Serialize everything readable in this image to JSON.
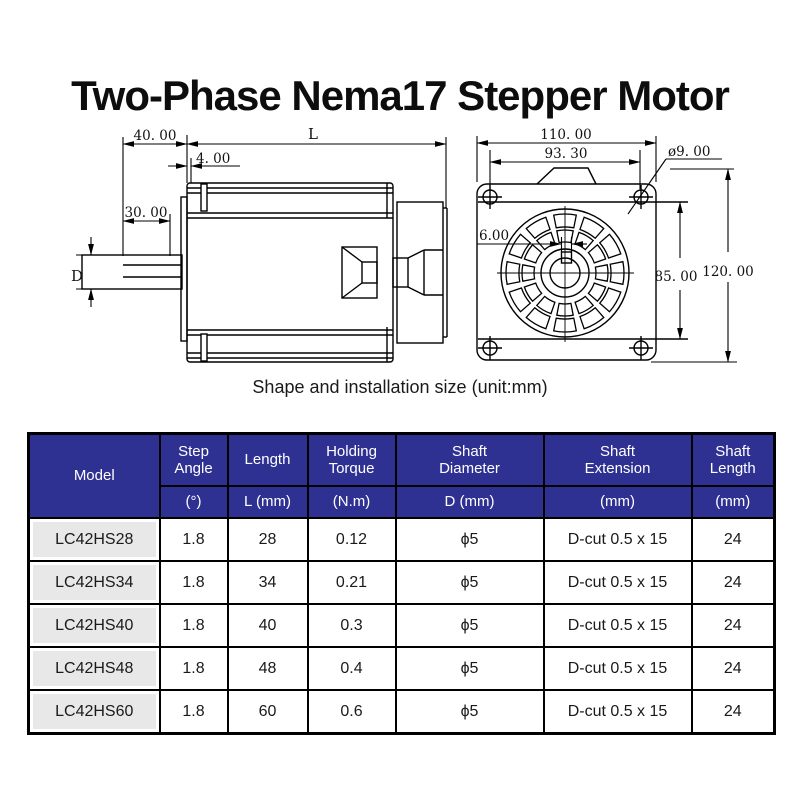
{
  "title": "Two-Phase Nema17 Stepper Motor",
  "caption": "Shape and installation size (unit:mm)",
  "colors": {
    "header_bg": "#2e3192",
    "header_text": "#ffffff",
    "model_cell_bg": "#e8e8e8",
    "line_color": "#000000"
  },
  "drawing": {
    "side_view": {
      "dim_40": "40. 00",
      "dim_length": "L",
      "dim_4": "4. 00",
      "dim_30": "30. 00",
      "dim_d": "D"
    },
    "front_view": {
      "dim_width": "110. 00",
      "dim_hole_spacing": "93. 30",
      "dim_hole_dia": "ø9. 00",
      "dim_keyway": "6.00",
      "dim_vertical_spacing": "85. 00",
      "dim_height": "120. 00"
    }
  },
  "table": {
    "header": {
      "model": "Model",
      "columns": [
        {
          "label": "Step\nAngle",
          "unit": "(°)"
        },
        {
          "label": "Length",
          "unit": "L (mm)"
        },
        {
          "label": "Holding\nTorque",
          "unit": "(N.m)"
        },
        {
          "label": "Shaft\nDiameter",
          "unit": "D (mm)"
        },
        {
          "label": "Shaft\nExtension",
          "unit": "(mm)"
        },
        {
          "label": "Shaft\nLength",
          "unit": "(mm)"
        }
      ]
    },
    "rows": [
      {
        "model": "LC42HS28",
        "step_angle": "1.8",
        "length": "28",
        "torque": "0.12",
        "shaft_d": "ϕ5",
        "extension": "D-cut 0.5 x 15",
        "shaft_len": "24"
      },
      {
        "model": "LC42HS34",
        "step_angle": "1.8",
        "length": "34",
        "torque": "0.21",
        "shaft_d": "ϕ5",
        "extension": "D-cut 0.5 x 15",
        "shaft_len": "24"
      },
      {
        "model": "LC42HS40",
        "step_angle": "1.8",
        "length": "40",
        "torque": "0.3",
        "shaft_d": "ϕ5",
        "extension": "D-cut 0.5 x 15",
        "shaft_len": "24"
      },
      {
        "model": "LC42HS48",
        "step_angle": "1.8",
        "length": "48",
        "torque": "0.4",
        "shaft_d": "ϕ5",
        "extension": "D-cut 0.5 x 15",
        "shaft_len": "24"
      },
      {
        "model": "LC42HS60",
        "step_angle": "1.8",
        "length": "60",
        "torque": "0.6",
        "shaft_d": "ϕ5",
        "extension": "D-cut 0.5 x 15",
        "shaft_len": "24"
      }
    ]
  }
}
